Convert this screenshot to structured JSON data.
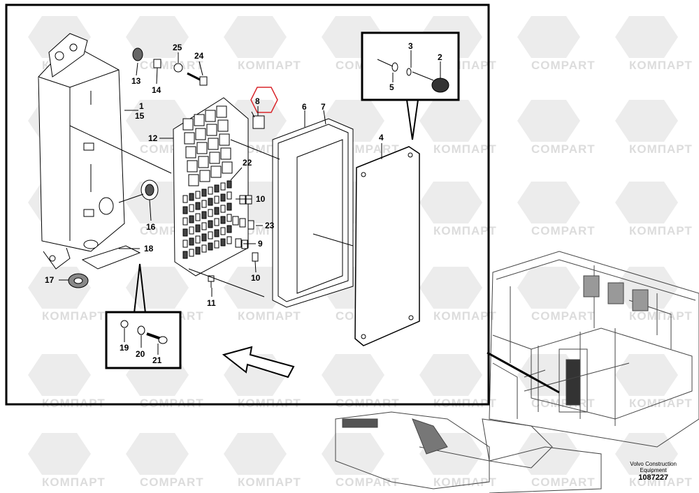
{
  "watermark": {
    "left_text": "КОМПАРТ",
    "right_text": "COMPART"
  },
  "callouts": {
    "c1": "1",
    "c2": "2",
    "c3": "3",
    "c4": "4",
    "c5": "5",
    "c6": "6",
    "c7": "7",
    "c8": "8",
    "c9": "9",
    "c10a": "10",
    "c10b": "10",
    "c11": "11",
    "c12": "12",
    "c13": "13",
    "c14": "14",
    "c15": "15",
    "c16": "16",
    "c17": "17",
    "c18": "18",
    "c19": "19",
    "c20": "20",
    "c21": "21",
    "c22": "22",
    "c23": "23",
    "c24": "24",
    "c25": "25"
  },
  "highlight": {
    "callout": "8",
    "color": "#d9262c"
  },
  "footer": {
    "brand_line1": "Volvo Construction",
    "brand_line2": "Equipment",
    "drawing_number": "1087227"
  }
}
